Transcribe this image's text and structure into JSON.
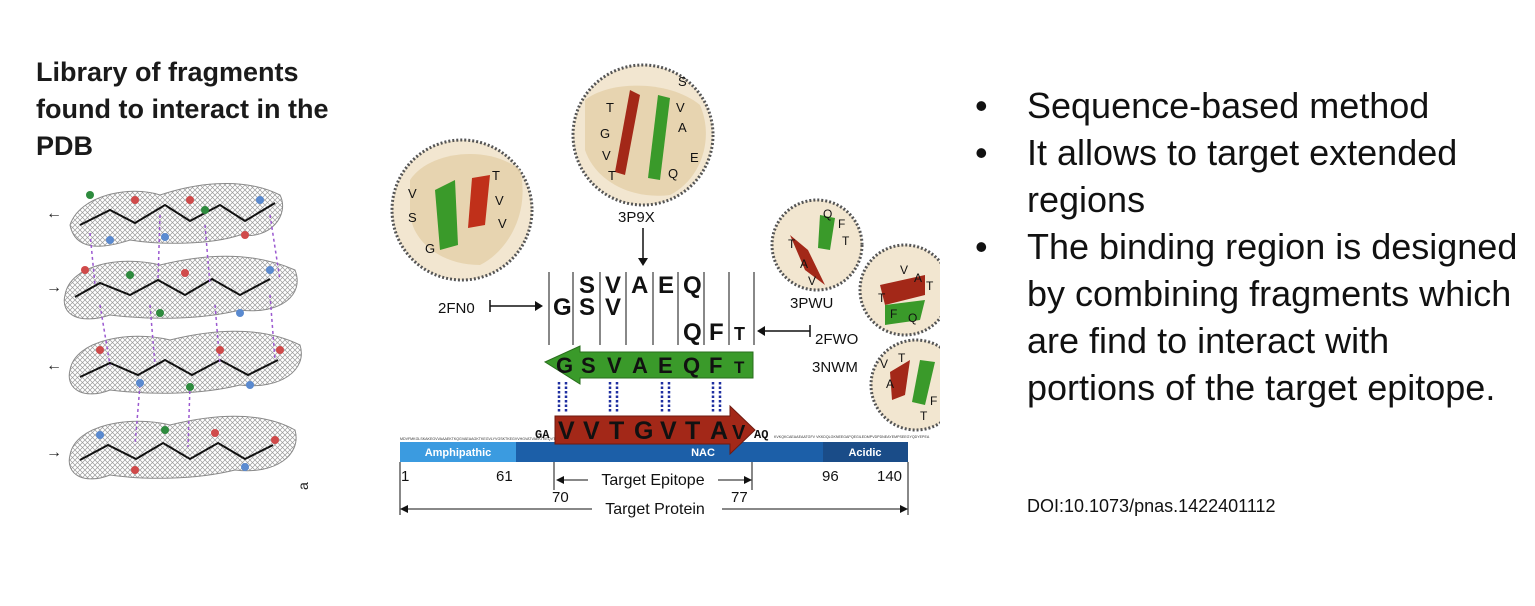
{
  "left_title": "Library of fragments found to interact in the PDB",
  "bullets": [
    "Sequence-based method",
    "It allows to target extended regions",
    "The binding region is designed by combining fragments which are find to interact with portions of the target epitope."
  ],
  "bullet_symbol": "•",
  "doi": "DOI:10.1073/pnas.1422401112",
  "structures": {
    "top": "3P9X",
    "left": "2FN0",
    "right_upper": "3PWU",
    "right_mid": "2FWO",
    "right_lower": "3NWM"
  },
  "upper_strip": [
    "S",
    "V",
    "A",
    "E",
    "Q"
  ],
  "lower_strip_left": [
    "G",
    "S",
    "V"
  ],
  "lower_strip_right": [
    "Q",
    "F",
    "T"
  ],
  "green_arrow": [
    "G",
    "S",
    "V",
    "A",
    "E",
    "Q",
    "F",
    "T"
  ],
  "red_arrow": [
    "V",
    "V",
    "T",
    "G",
    "V",
    "T",
    "A",
    "V"
  ],
  "seq_left_end": "GA",
  "seq_right_end": "AQ",
  "seq_left_small": "MDVFMKGLSKAKEGVVAAAEKTKQGVAEAAGKTKEGVLYVGSKTKEGVVHGVATVAEKTKEQVTNVGGAVVTGV",
  "seq_right_small": "KVKQKCAEAAEAATGFV VKKDQLGKNEEGAPQEGILEDMPVDPDNEAYEMPSEEGYQDYEPEA",
  "domains": {
    "amphipathic": "Amphipathic",
    "nac": "NAC",
    "acidic": "Acidic"
  },
  "positions": {
    "p1": "1",
    "p61": "61",
    "p70": "70",
    "p77": "77",
    "p96": "96",
    "p140": "140"
  },
  "target_epitope": "Target Epitope",
  "target_protein": "Target Protein",
  "colors": {
    "green": "#3a9a2a",
    "red": "#a32818",
    "amphipathic": "#3b9be0",
    "nac": "#1c5fa8",
    "acidic": "#1a4c88",
    "dotted": "#1f2fa0"
  }
}
